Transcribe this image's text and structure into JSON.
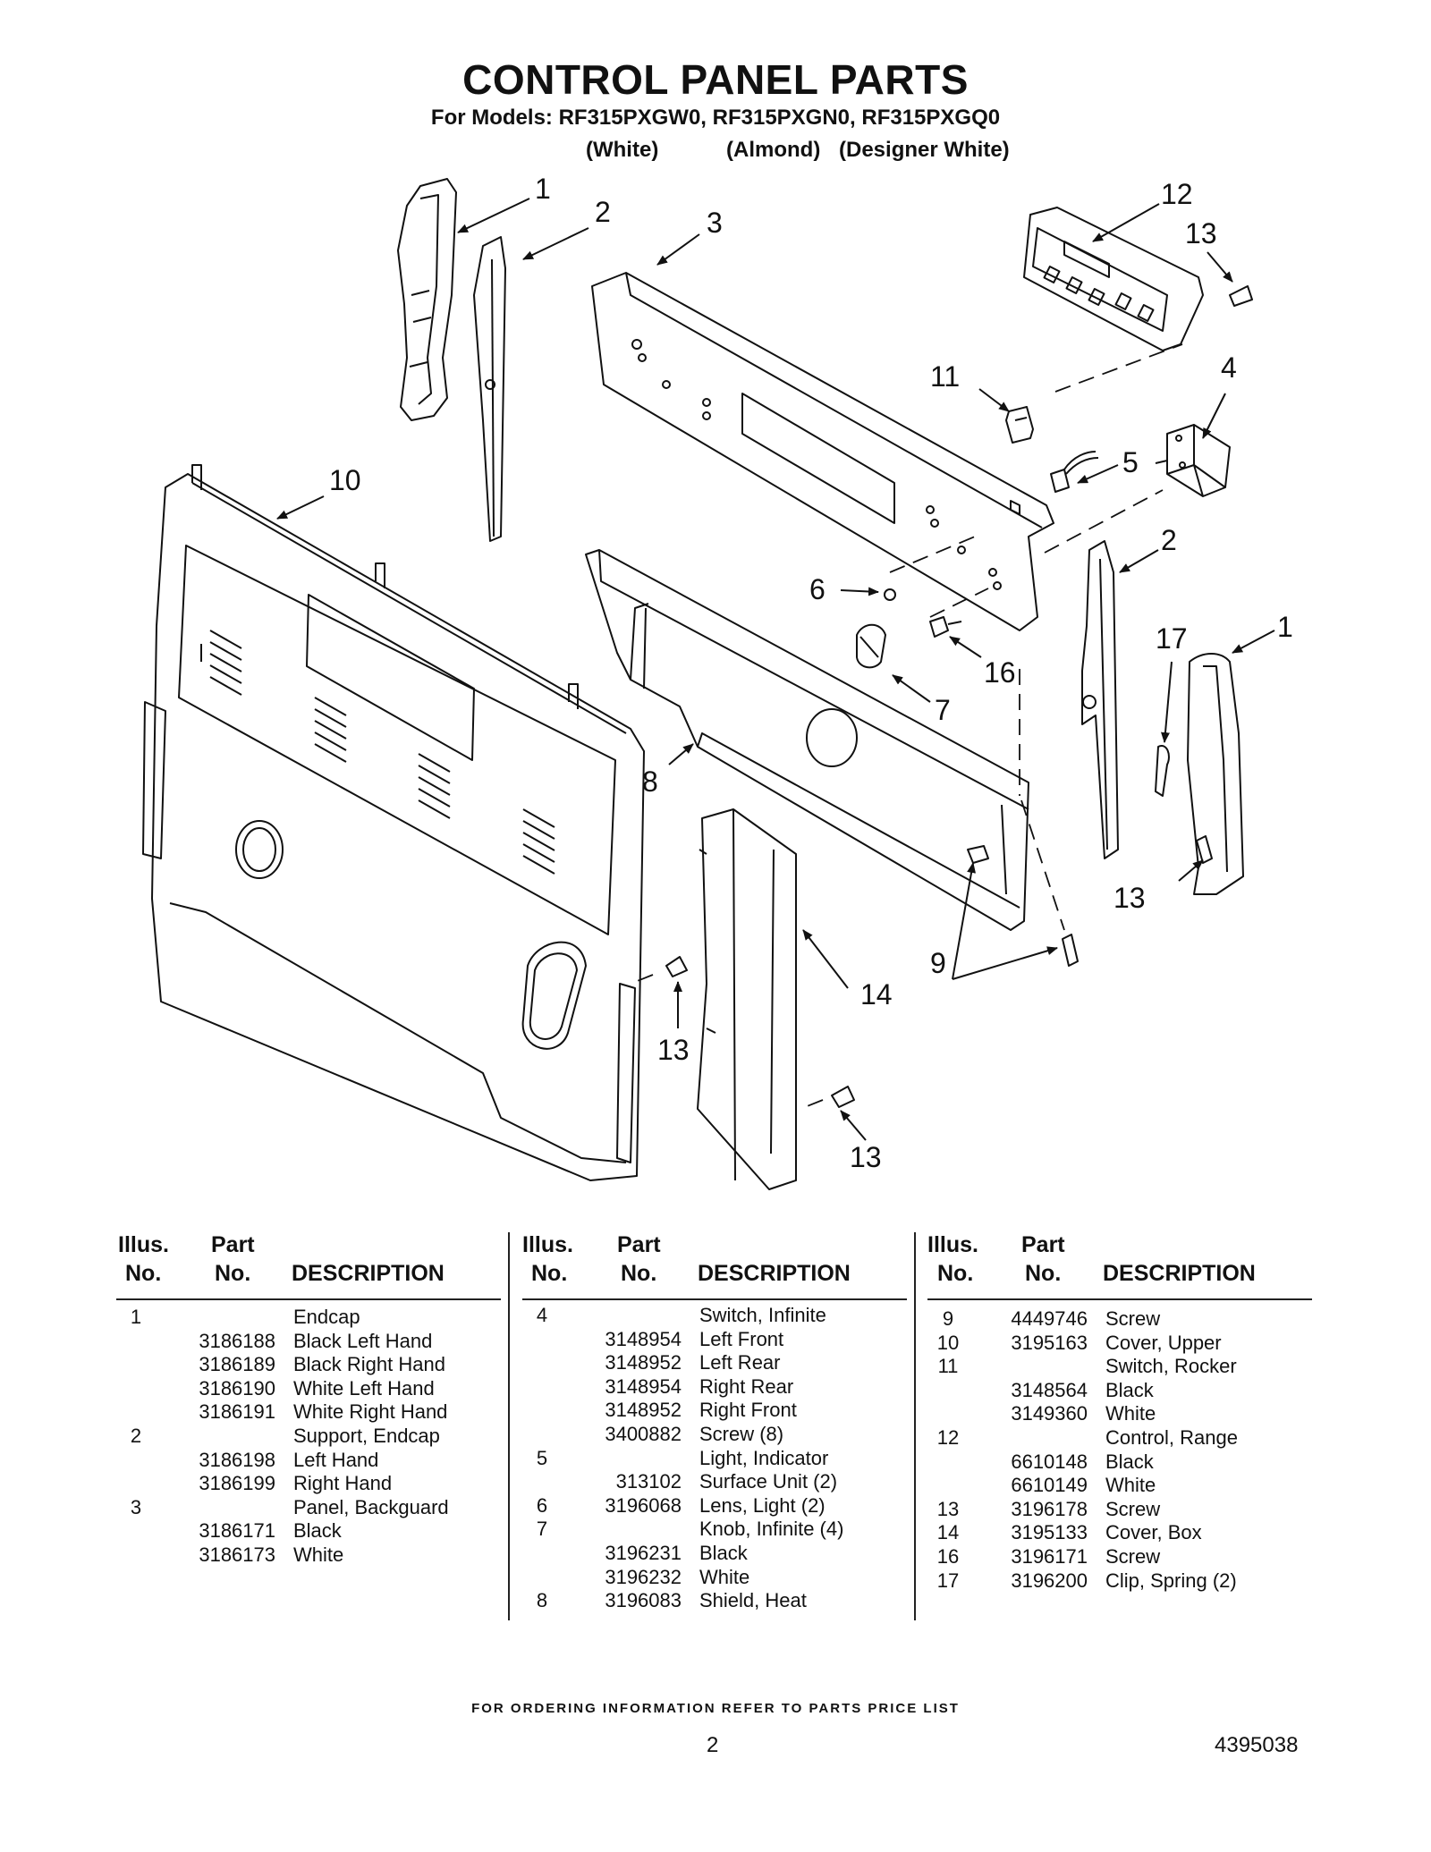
{
  "header": {
    "title": "CONTROL PANEL PARTS",
    "models": "For Models: RF315PXGW0, RF315PXGN0, RF315PXGQ0",
    "variants": [
      "(White)",
      "(Almond)",
      "(Designer White)"
    ]
  },
  "callouts": [
    "1",
    "2",
    "3",
    "12",
    "13",
    "11",
    "4",
    "5",
    "10",
    "2",
    "6",
    "17",
    "1",
    "16",
    "7",
    "8",
    "13",
    "9",
    "14",
    "13",
    "13"
  ],
  "table": {
    "headers": {
      "illus_1": "Illus.",
      "illus_2": "No.",
      "part_1": "Part",
      "part_2": "No.",
      "description": "DESCRIPTION"
    },
    "columns": [
      [
        {
          "illus": "1",
          "part": "",
          "desc": "Endcap"
        },
        {
          "illus": "",
          "part": "3186188",
          "desc": "Black Left Hand"
        },
        {
          "illus": "",
          "part": "3186189",
          "desc": "Black Right Hand"
        },
        {
          "illus": "",
          "part": "3186190",
          "desc": "White Left Hand"
        },
        {
          "illus": "",
          "part": "3186191",
          "desc": "White Right Hand"
        },
        {
          "illus": "2",
          "part": "",
          "desc": "Support, Endcap"
        },
        {
          "illus": "",
          "part": "3186198",
          "desc": "Left Hand"
        },
        {
          "illus": "",
          "part": "3186199",
          "desc": "Right Hand"
        },
        {
          "illus": "3",
          "part": "",
          "desc": "Panel, Backguard"
        },
        {
          "illus": "",
          "part": "3186171",
          "desc": "Black"
        },
        {
          "illus": "",
          "part": "3186173",
          "desc": "White"
        }
      ],
      [
        {
          "illus": "4",
          "part": "",
          "desc": "Switch, Infinite"
        },
        {
          "illus": "",
          "part": "3148954",
          "desc": "Left Front"
        },
        {
          "illus": "",
          "part": "3148952",
          "desc": "Left Rear"
        },
        {
          "illus": "",
          "part": "3148954",
          "desc": "Right Rear"
        },
        {
          "illus": "",
          "part": "3148952",
          "desc": "Right Front"
        },
        {
          "illus": "",
          "part": "3400882",
          "desc": "Screw (8)"
        },
        {
          "illus": "5",
          "part": "",
          "desc": "Light, Indicator"
        },
        {
          "illus": "",
          "part": "313102",
          "desc": "Surface Unit (2)"
        },
        {
          "illus": "6",
          "part": "3196068",
          "desc": "Lens, Light (2)"
        },
        {
          "illus": "7",
          "part": "",
          "desc": "Knob, Infinite (4)"
        },
        {
          "illus": "",
          "part": "3196231",
          "desc": "Black"
        },
        {
          "illus": "",
          "part": "3196232",
          "desc": "White"
        },
        {
          "illus": "8",
          "part": "3196083",
          "desc": "Shield, Heat"
        }
      ],
      [
        {
          "illus": "9",
          "part": "4449746",
          "desc": "Screw"
        },
        {
          "illus": "10",
          "part": "3195163",
          "desc": "Cover, Upper"
        },
        {
          "illus": "11",
          "part": "",
          "desc": "Switch, Rocker"
        },
        {
          "illus": "",
          "part": "3148564",
          "desc": "Black"
        },
        {
          "illus": "",
          "part": "3149360",
          "desc": "White"
        },
        {
          "illus": "12",
          "part": "",
          "desc": "Control, Range"
        },
        {
          "illus": "",
          "part": "6610148",
          "desc": "Black"
        },
        {
          "illus": "",
          "part": "6610149",
          "desc": "White"
        },
        {
          "illus": "13",
          "part": "3196178",
          "desc": "Screw"
        },
        {
          "illus": "14",
          "part": "3195133",
          "desc": "Cover, Box"
        },
        {
          "illus": "16",
          "part": "3196171",
          "desc": "Screw"
        },
        {
          "illus": "17",
          "part": "3196200",
          "desc": "Clip, Spring (2)"
        }
      ]
    ]
  },
  "footer": {
    "ordering_note": "FOR ORDERING INFORMATION REFER TO PARTS PRICE LIST",
    "page_number": "2",
    "document_number": "4395038"
  }
}
